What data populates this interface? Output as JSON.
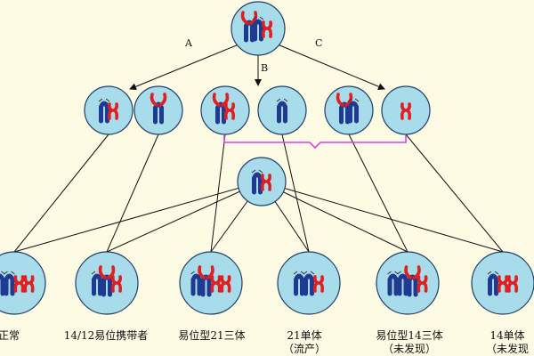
{
  "path_labels": {
    "a": "A",
    "b": "B",
    "c": "C"
  },
  "offspring_labels": [
    {
      "line1": "正常",
      "line2": ""
    },
    {
      "line1": "14/12易位携带者",
      "line2": ""
    },
    {
      "line1": "易位型21三体",
      "line2": ""
    },
    {
      "line1": "21单体",
      "line2": "（流产）"
    },
    {
      "line1": "易位型14三体",
      "line2": "（未发现）"
    },
    {
      "line1": "14单体",
      "line2": "（未发现"
    }
  ],
  "colors": {
    "background": "#fdfbe3",
    "cell_fill": "#a8dcea",
    "cell_stroke": "#1f3f66",
    "chromosome_14": "#1f3a93",
    "chromosome_21": "#e02020",
    "bracket": "#e23ce6",
    "line": "#111111"
  },
  "icons": {
    "cell": "cell-circle-icon",
    "chromosome_14": "chromosome-14-icon",
    "chromosome_21": "chromosome-21-icon",
    "translocation": "translocation-chromosome-icon"
  }
}
